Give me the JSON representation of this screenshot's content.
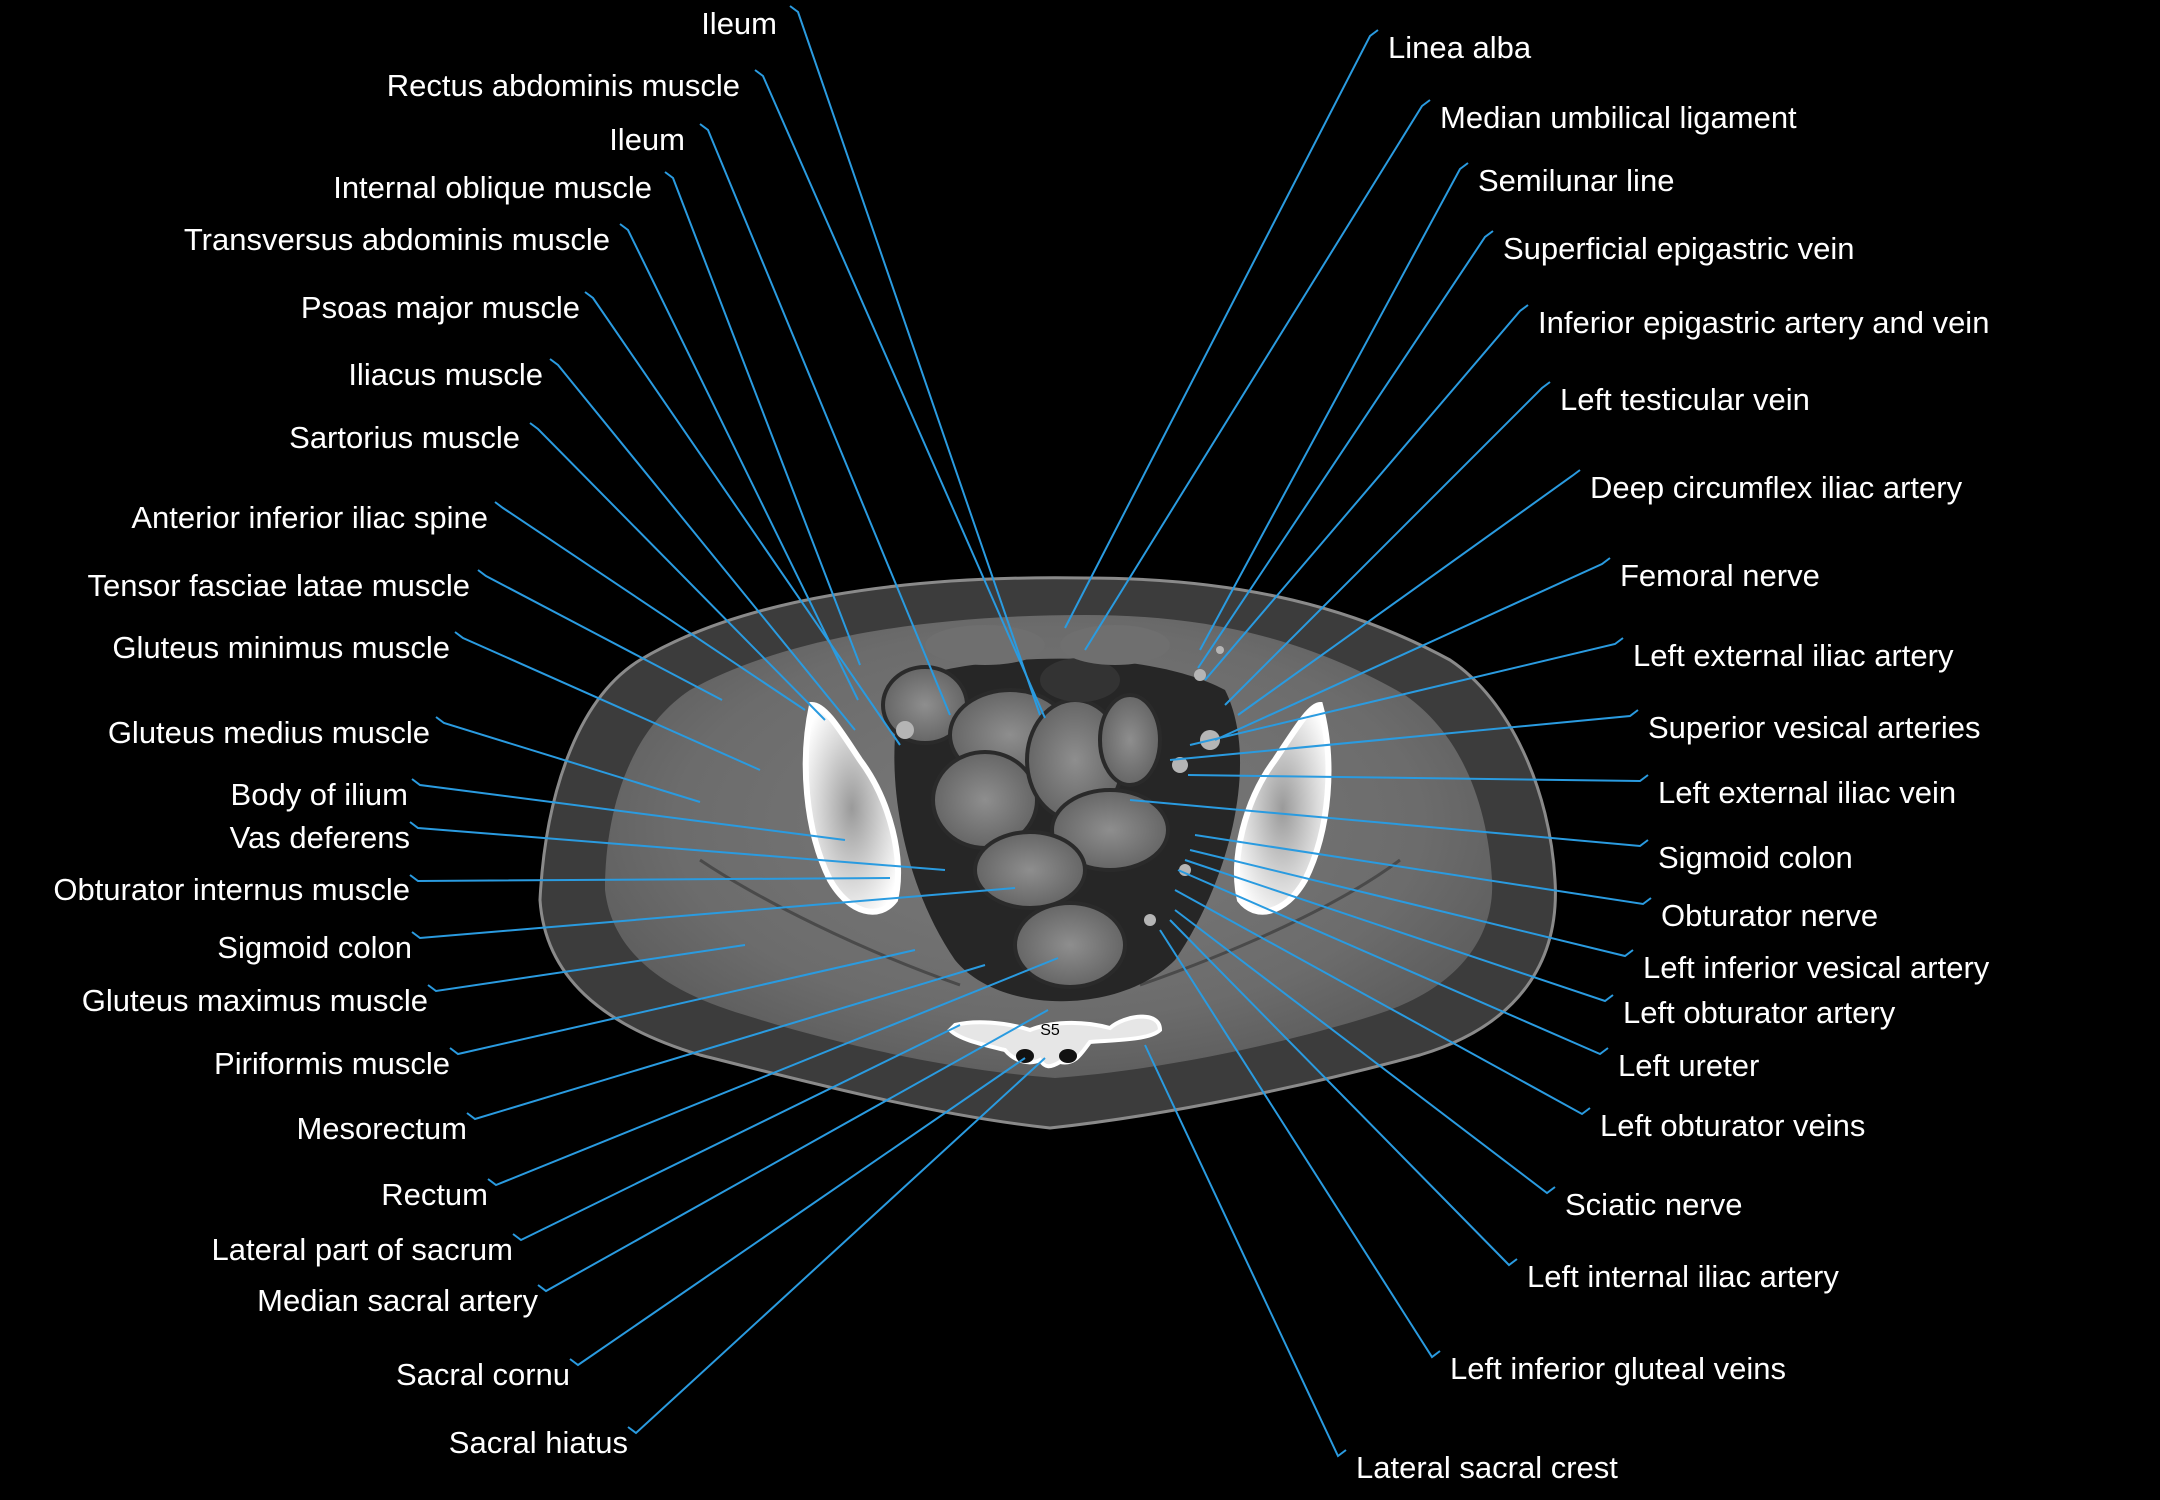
{
  "image": {
    "description_tag": "axial-ct-pelvis",
    "colors": {
      "background": "#000000",
      "leader_line": "#2a9be0",
      "label_text": "#ffffff",
      "vertebra_label": "#000000"
    },
    "vertebra_label": "S5"
  },
  "labels_left": [
    "Ileum",
    "Rectus abdominis muscle",
    "Ileum",
    "Internal oblique muscle",
    "Transversus abdominis muscle",
    "Psoas major muscle",
    "Iliacus muscle",
    "Sartorius muscle",
    "Anterior inferior iliac spine",
    "Tensor fasciae latae muscle",
    "Gluteus minimus muscle",
    "Gluteus medius muscle",
    "Body of ilium",
    "Vas deferens",
    "Obturator internus muscle",
    "Sigmoid colon",
    "Gluteus maximus muscle",
    "Piriformis muscle",
    "Mesorectum",
    "Rectum",
    "Lateral part of sacrum",
    "Median sacral artery",
    "Sacral cornu",
    "Sacral hiatus"
  ],
  "labels_right": [
    "Linea alba",
    "Median umbilical ligament",
    "Semilunar line",
    "Superficial epigastric vein",
    "Inferior epigastric artery and vein",
    "Left testicular vein",
    "Deep circumflex iliac artery",
    "Femoral nerve",
    "Left external iliac artery",
    "Superior vesical arteries",
    "Left external iliac vein",
    "Sigmoid colon",
    "Obturator nerve",
    "Left inferior vesical artery",
    "Left obturator artery",
    "Left ureter",
    "Left obturator veins",
    "Sciatic nerve",
    "Left internal iliac artery",
    "Left inferior gluteal veins",
    "Lateral sacral crest"
  ]
}
